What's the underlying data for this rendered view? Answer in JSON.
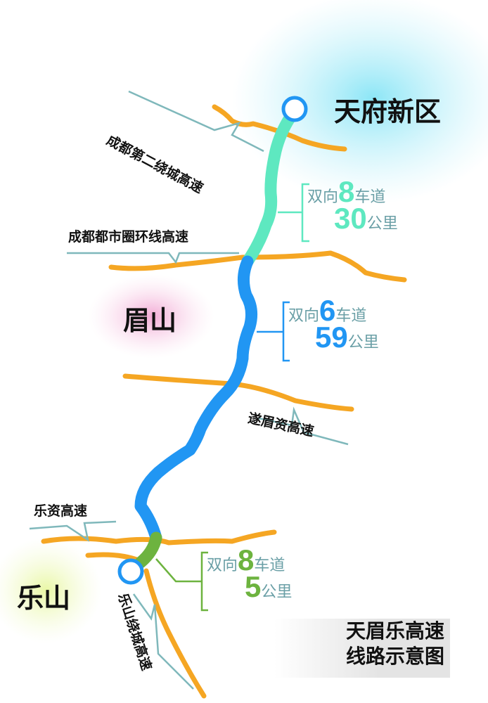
{
  "cities": {
    "tianfu": "天府新区",
    "meishan": "眉山",
    "leshan": "乐山"
  },
  "roads": {
    "second_ring": "成都第二绕城高速",
    "metro_ring": "成都都市圈环线高速",
    "suimeizi": "遂眉资高速",
    "lezi": "乐资高速",
    "leshan_ring": "乐山绕城高速"
  },
  "segments": [
    {
      "prefix": "双向",
      "lanes": "8",
      "lanes_suffix": "车道",
      "km": "30",
      "km_suffix": "公里",
      "color": "#5ee8c0"
    },
    {
      "prefix": "双向",
      "lanes": "6",
      "lanes_suffix": "车道",
      "km": "59",
      "km_suffix": "公里",
      "color": "#2196f3"
    },
    {
      "prefix": "双向",
      "lanes": "8",
      "lanes_suffix": "车道",
      "km": "5",
      "km_suffix": "公里",
      "color": "#6db33f"
    }
  ],
  "title": {
    "line1": "天眉乐高速",
    "line2": "线路示意图"
  },
  "colors": {
    "road": "#f5a623",
    "callout": "#7fb8bb",
    "text_info": "#6a9fa6"
  }
}
